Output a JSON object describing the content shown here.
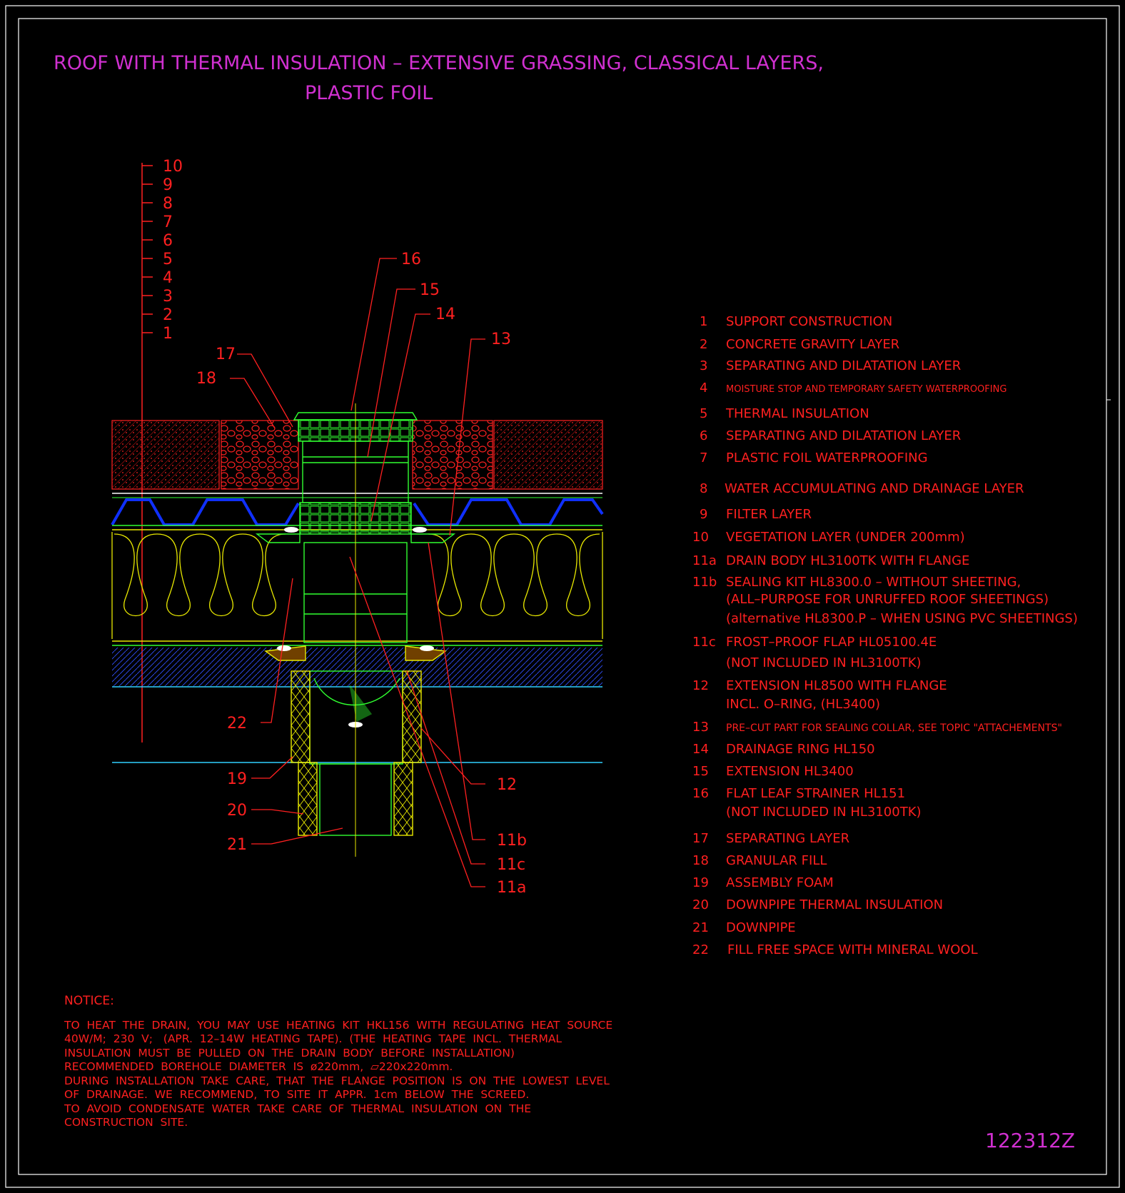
{
  "title": {
    "line1": "ROOF  WITH  THERMAL  INSULATION  –  EXTENSIVE  GRASSING,  CLASSICAL  LAYERS,",
    "line2": "PLASTIC  FOIL"
  },
  "drawing_number": "122312Z",
  "layer_scale": [
    "10",
    "9",
    "8",
    "7",
    "6",
    "5",
    "4",
    "3",
    "2",
    "1"
  ],
  "callouts": {
    "c16": "16",
    "c15": "15",
    "c14": "14",
    "c13": "13",
    "c17": "17",
    "c18": "18",
    "c22": "22",
    "c19": "19",
    "c20": "20",
    "c21": "21",
    "c12": "12",
    "c11b": "11b",
    "c11c": "11c",
    "c11a": "11a"
  },
  "legend": [
    {
      "num": "1",
      "text": "SUPPORT  CONSTRUCTION"
    },
    {
      "num": "2",
      "text": "CONCRETE  GRAVITY  LAYER"
    },
    {
      "num": "3",
      "text": "SEPARATING  AND  DILATATION  LAYER"
    },
    {
      "num": "4",
      "text": "MOISTURE  STOP  AND  TEMPORARY  SAFETY  WATERPROOFING"
    },
    {
      "num": "5",
      "text": "THERMAL  INSULATION"
    },
    {
      "num": "6",
      "text": "SEPARATING  AND  DILATATION  LAYER"
    },
    {
      "num": "7",
      "text": "PLASTIC  FOIL  WATERPROOFING"
    },
    {
      "num": "8",
      "text": "WATER  ACCUMULATING  AND  DRAINAGE  LAYER"
    },
    {
      "num": "9",
      "text": "FILTER  LAYER"
    },
    {
      "num": "10",
      "text": "VEGETATION  LAYER  (UNDER  200mm)"
    },
    {
      "num": "11a",
      "text": "DRAIN  BODY  HL3100TK  WITH  FLANGE"
    },
    {
      "num": "11b",
      "text": "SEALING  KIT  HL8300.0  –  WITHOUT  SHEETING,"
    },
    {
      "num": "",
      "text": "(ALL–PURPOSE  FOR  UNRUFFED  ROOF  SHEETINGS)"
    },
    {
      "num": "",
      "text": "(alternative  HL8300.P  –  WHEN  USING  PVC  SHEETINGS)"
    },
    {
      "num": "11c",
      "text": "FROST–PROOF  FLAP  HL05100.4E"
    },
    {
      "num": "",
      "text": "(NOT  INCLUDED  IN  HL3100TK)"
    },
    {
      "num": "12",
      "text": "EXTENSION  HL8500  WITH  FLANGE"
    },
    {
      "num": "",
      "text": "INCL.  O–RING,  (HL3400)"
    },
    {
      "num": "13",
      "text": "PRE–CUT  PART  FOR  SEALING  COLLAR,  SEE  TOPIC  \"ATTACHEMENTS\""
    },
    {
      "num": "14",
      "text": "DRAINAGE  RING  HL150"
    },
    {
      "num": "15",
      "text": "EXTENSION  HL3400"
    },
    {
      "num": "16",
      "text": "FLAT  LEAF  STRAINER  HL151"
    },
    {
      "num": "",
      "text": "(NOT  INCLUDED  IN  HL3100TK)"
    },
    {
      "num": "17",
      "text": "SEPARATING  LAYER"
    },
    {
      "num": "18",
      "text": "GRANULAR  FILL"
    },
    {
      "num": "19",
      "text": "ASSEMBLY  FOAM"
    },
    {
      "num": "20",
      "text": "DOWNPIPE  THERMAL  INSULATION"
    },
    {
      "num": "21",
      "text": "DOWNPIPE"
    },
    {
      "num": "22",
      "text": "FILL  FREE  SPACE  WITH  MINERAL  WOOL"
    }
  ],
  "notice": {
    "heading": "NOTICE:",
    "lines": [
      "TO  HEAT  THE  DRAIN,  YOU  MAY  USE  HEATING  KIT  HKL156  WITH  REGULATING  HEAT  SOURCE",
      "40W/M;  230  V;   (APR.  12–14W  HEATING  TAPE).  (THE  HEATING  TAPE  INCL.  THERMAL",
      "INSULATION  MUST  BE  PULLED  ON  THE  DRAIN  BODY  BEFORE  INSTALLATION)",
      "RECOMMENDED  BOREHOLE  DIAMETER  IS  ø220mm,  ▱220x220mm.",
      "DURING  INSTALLATION  TAKE  CARE,  THAT  THE  FLANGE  POSITION  IS  ON  THE  LOWEST  LEVEL",
      "OF  DRAINAGE.  WE  RECOMMEND,  TO  SITE  IT  APPR.  1cm  BELOW  THE  SCREED.",
      "TO  AVOID  CONDENSATE  WATER  TAKE  CARE  OF  THERMAL  INSULATION  ON  THE",
      "CONSTRUCTION  SITE."
    ]
  },
  "colors": {
    "background": "#000000",
    "text": "#ff2020",
    "title": "#d030d0",
    "drain": "#30ff30",
    "insulation": "#e8e800",
    "drainage_layer": "#1030ff",
    "hatch": "#3050ff",
    "frame": "#ffffff"
  }
}
